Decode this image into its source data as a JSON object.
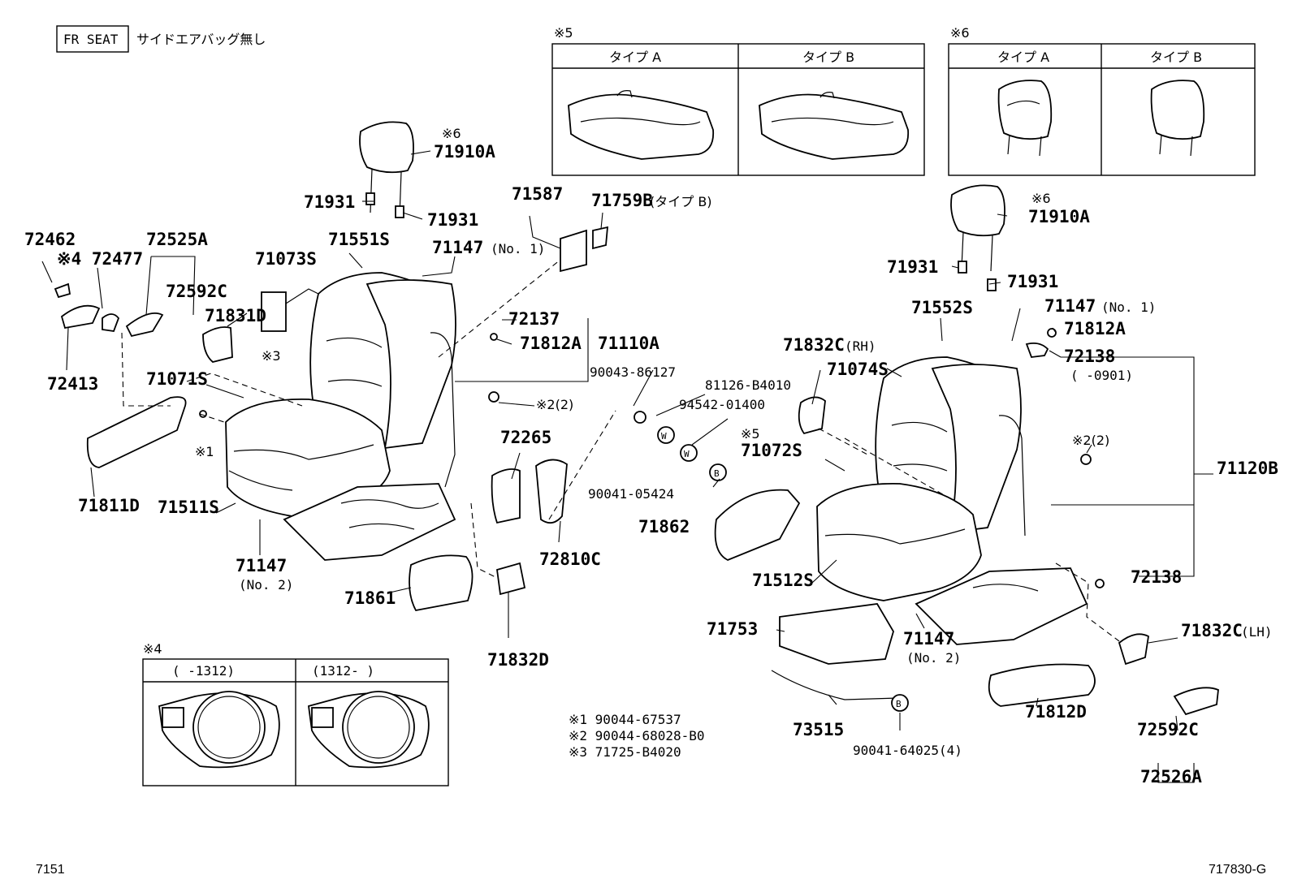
{
  "header": {
    "tag": "FR SEAT",
    "note": "サイドエアバッグ無し"
  },
  "inset5": {
    "mark": "※5",
    "col_a": "タイプ A",
    "col_b": "タイプ B"
  },
  "inset6": {
    "mark": "※6",
    "col_a": "タイプ A",
    "col_b": "タイプ B"
  },
  "inset4": {
    "mark": "※4",
    "col_a": "(      -1312)",
    "col_b": "(1312-      )"
  },
  "left_labels": {
    "p72462": "72462",
    "p72477": "※4 72477",
    "p72525A": "72525A",
    "p72592C": "72592C",
    "p72413": "72413",
    "p71831D": "71831D",
    "p71073S": "71073S",
    "p71551S": "71551S",
    "p71910A_mark": "※6",
    "p71910A": "71910A",
    "p71931a": "71931",
    "p71931b": "71931",
    "p71147a": "71147",
    "p71147a_sub": "(No. 1)",
    "p71587": "71587",
    "p71759B": "71759B",
    "p71759B_sub": "(タイプ B)",
    "p72137": "72137",
    "p71812A": "71812A",
    "p71110A": "71110A",
    "m3": "※3",
    "p71071S": "71071S",
    "m1": "※1",
    "p71811D": "71811D",
    "p71511S": "71511S",
    "p71147b": "71147",
    "p71147b_sub": "(No. 2)",
    "p71861": "71861",
    "p72265": "72265",
    "p72810C": "72810C",
    "p71832D": "71832D",
    "m2": "※2(2)"
  },
  "center_labels": {
    "p90043": "90043-86127",
    "p81126": "81126-B4010",
    "p94542": "94542-01400",
    "p90041a": "90041-05424",
    "p71862": "71862",
    "m5": "※5",
    "p71072S": "71072S"
  },
  "right_labels": {
    "p71910A_mark": "※6",
    "p71910A": "71910A",
    "p71931a": "71931",
    "p71931b": "71931",
    "p71552S": "71552S",
    "p71147a": "71147",
    "p71147a_sub": "(No. 1)",
    "p71812A": "71812A",
    "p72138a": "72138",
    "p72138a_sub": "(        -0901)",
    "p71832C_rh": "71832C",
    "p71832C_rh_sub": "(RH)",
    "p71074S": "71074S",
    "m2": "※2(2)",
    "p71120B": "71120B",
    "p71512S": "71512S",
    "p72138b": "72138",
    "p71753": "71753",
    "p71147b": "71147",
    "p71147b_sub": "(No. 2)",
    "p71832C_lh": "71832C",
    "p71832C_lh_sub": "(LH)",
    "p73515": "73515",
    "p90041b": "90041-64025(4)",
    "p71812D": "71812D",
    "p72592C": "72592C",
    "p72526A": "72526A"
  },
  "footnotes": {
    "n1": "※1 90044-67537",
    "n2": "※2 90044-68028-B0",
    "n3": "※3 71725-B4020"
  },
  "footer": {
    "page": "7151",
    "code": "717830-G"
  }
}
